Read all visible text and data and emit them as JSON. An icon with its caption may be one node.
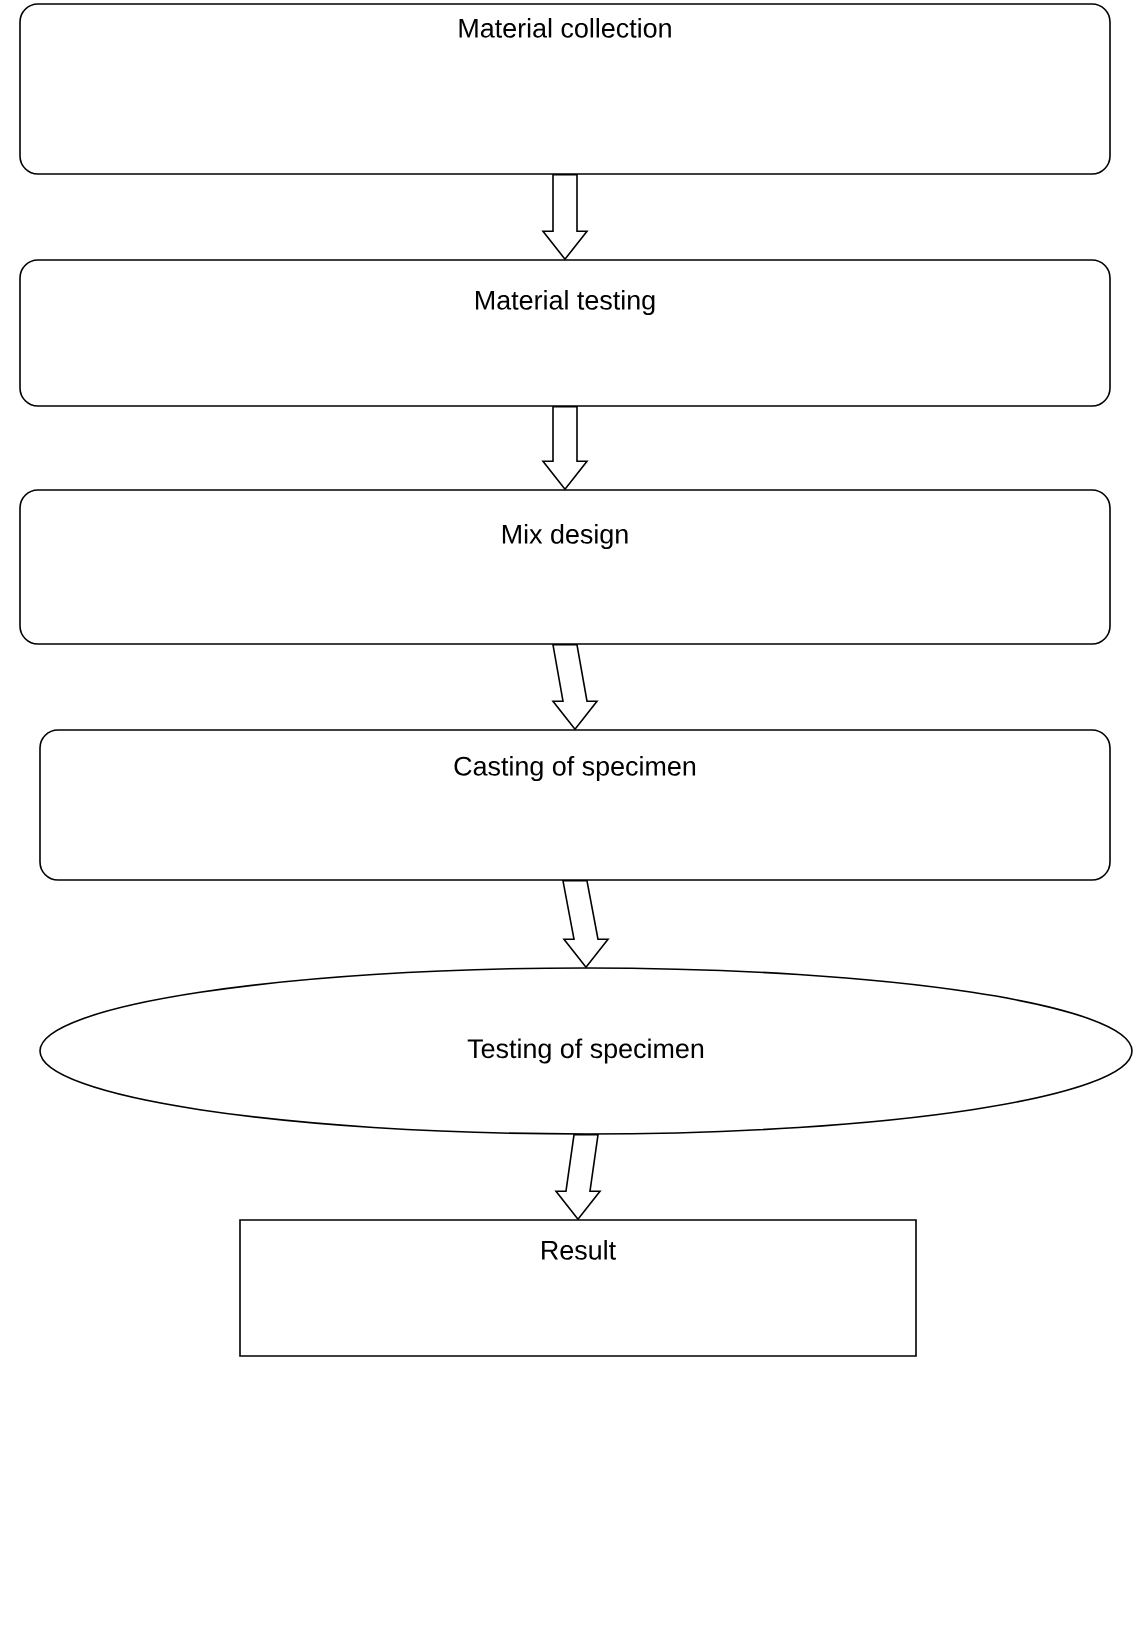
{
  "diagram": {
    "nodes": [
      {
        "text": [
          "Material collection"
        ]
      },
      {
        "text": [
          "Material testing"
        ]
      },
      {
        "text": [
          "Mix design"
        ]
      },
      {
        "text": [
          "Casting of specimen"
        ]
      },
      {
        "text": [
          "Testing of specimen"
        ]
      },
      {
        "text": [
          "Result"
        ]
      }
    ],
    "edges": [
      {
        "from": 0,
        "to": 1,
        "arrow": "to"
      },
      {
        "from": 1,
        "to": 2,
        "arrow": "to"
      },
      {
        "from": 2,
        "to": 3,
        "arrow": "to"
      },
      {
        "from": 3,
        "to": 4,
        "arrow": "to"
      },
      {
        "from": 4,
        "to": 5,
        "arrow": "to"
      }
    ]
  }
}
